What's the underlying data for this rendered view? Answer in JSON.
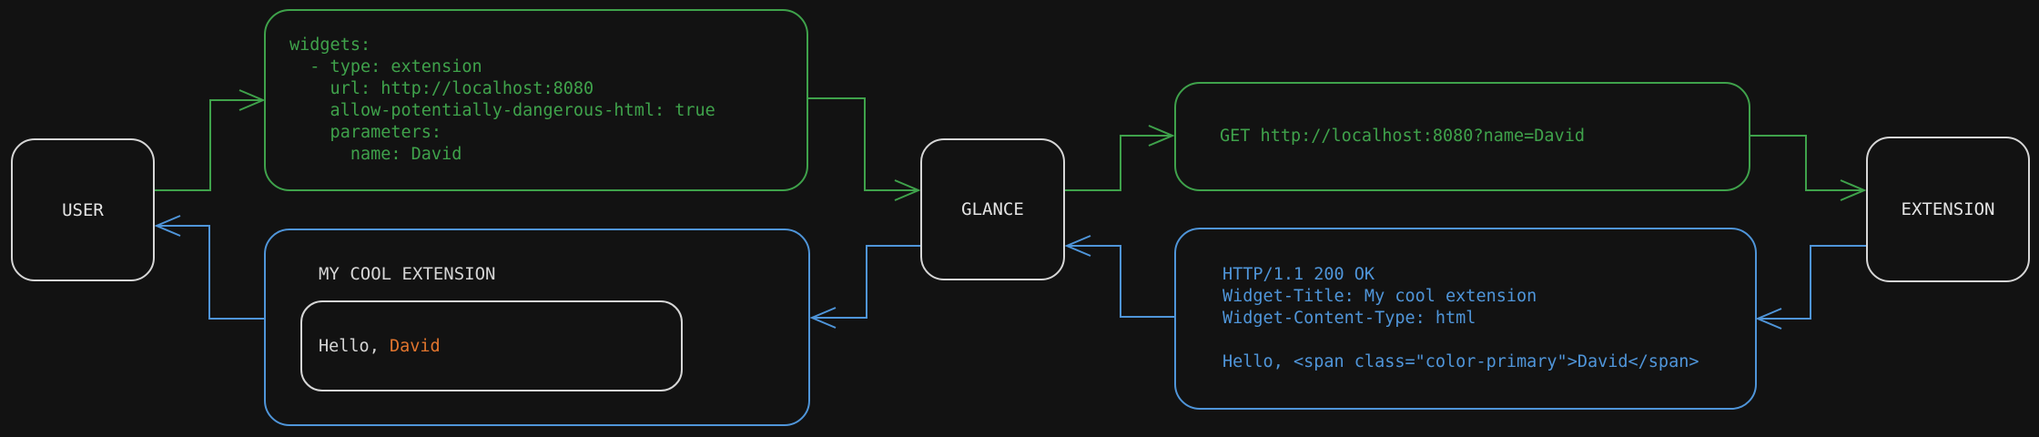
{
  "colors": {
    "background": "#121212",
    "green": "#3fa24b",
    "blue": "#4f95d9",
    "white": "#d6d6d6",
    "orange": "#e1752e"
  },
  "nodes": {
    "user": {
      "label": "USER"
    },
    "glance": {
      "label": "GLANCE"
    },
    "extension": {
      "label": "EXTENSION"
    }
  },
  "config_box": {
    "code": "widgets:\n  - type: extension\n    url: http://localhost:8080\n    allow-potentially-dangerous-html: true\n    parameters:\n      name: David"
  },
  "request_box": {
    "code": "GET http://localhost:8080?name=David"
  },
  "response_box": {
    "code": "HTTP/1.1 200 OK\nWidget-Title: My cool extension\nWidget-Content-Type: html\n\nHello, <span class=\"color-primary\">David</span>"
  },
  "widget_box": {
    "title": "MY COOL EXTENSION",
    "greeting_prefix": "Hello, ",
    "greeting_name": "David"
  }
}
